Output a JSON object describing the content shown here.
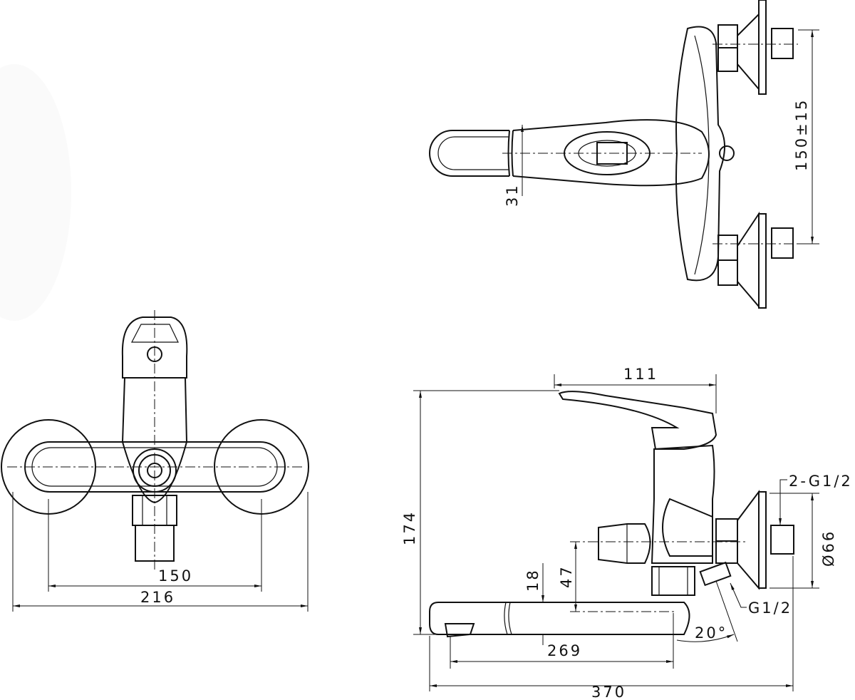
{
  "drawing": {
    "views": [
      "top-view",
      "front-view",
      "side-view"
    ],
    "dimensions": {
      "inlet_spacing": "150±15",
      "lever_width": "31",
      "lever_length": "111",
      "height": "174",
      "inlet_thread": "2-G1/2",
      "flange_diameter": "Ø66",
      "spout_height": "18",
      "outlet_offset": "47",
      "outlet_thread": "G1/2",
      "outlet_angle": "20°",
      "spout_reach": "269",
      "overall_length": "370",
      "front_spacing": "150",
      "overall_width": "216"
    },
    "line_color": "#111111"
  }
}
